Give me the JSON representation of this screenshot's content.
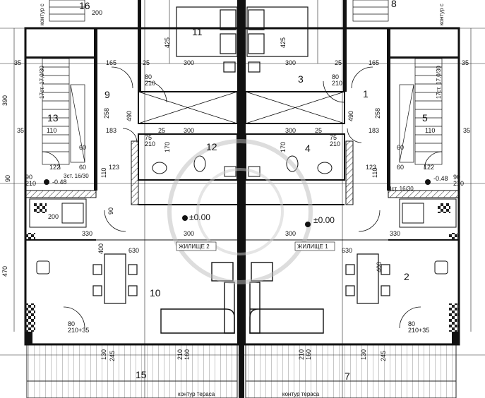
{
  "rooms": {
    "r1": "1",
    "r2": "2",
    "r3": "3",
    "r4": "4",
    "r5": "5",
    "r7": "7",
    "r8": "8",
    "r9": "9",
    "r10": "10",
    "r11": "11",
    "r12": "12",
    "r13": "13",
    "r15": "15",
    "r16": "16"
  },
  "dims": {
    "d200a": "200",
    "d200b": "200",
    "d425a": "425",
    "d425b": "425",
    "d300a": "300",
    "d300b": "300",
    "d300c": "300",
    "d300d": "300",
    "d300e": "300",
    "d300f": "300",
    "d25a": "25",
    "d25b": "25",
    "d25c": "25",
    "d25d": "25",
    "d165a": "165",
    "d165b": "165",
    "d35a": "35",
    "d35b": "35",
    "d35c": "35",
    "d35d": "35",
    "d390": "390",
    "d490a": "490",
    "d490b": "490",
    "d258a": "258",
    "d258b": "258",
    "d183a": "183",
    "d183b": "183",
    "d110a": "110",
    "d110b": "110",
    "d110c": "110",
    "d110d": "110",
    "d60a": "60",
    "d60b": "60",
    "d60c": "60",
    "d60d": "60",
    "d170a": "170",
    "d170b": "170",
    "d122a": "122",
    "d122b": "122",
    "d123a": "123",
    "d123b": "123",
    "d90a": "90",
    "d90b": "90",
    "d330a": "330",
    "d330b": "330",
    "d630a": "630",
    "d630b": "630",
    "d400a": "400",
    "d400b": "400",
    "d470": "470",
    "d130a": "130",
    "d130b": "130",
    "d245a": "245",
    "d245b": "245",
    "d210a": "210",
    "d210b": "210",
    "d160a": "160",
    "d160b": "160",
    "door80_210a": "80\n210",
    "door80_210b": "80\n210",
    "door75_210a": "75\n210",
    "door75_210b": "75\n210",
    "door80_21035a": "80\n210+35",
    "door80_21035b": "80\n210+35",
    "door90_210a": "90\n210",
    "door90_210b": "90\n210",
    "stair_a": "17ст. 17,0/30",
    "stair_b": "17ст. 17,0/30",
    "step_a": "3ст. 16/30",
    "step_b": "3ст. 16/30"
  },
  "levels": {
    "lv_m048a": "-0.48",
    "lv_m048b": "-0.48",
    "lv_000a": "±0.00",
    "lv_000b": "±0.00"
  },
  "labels": {
    "dw2": "ЖИЛИЩЕ 2",
    "dw1": "ЖИЛИЩЕ 1",
    "terrace_a": "контур тераса",
    "terrace_b": "контур тераса",
    "contour_tl": "контур с",
    "contour_tr": "контур с"
  }
}
